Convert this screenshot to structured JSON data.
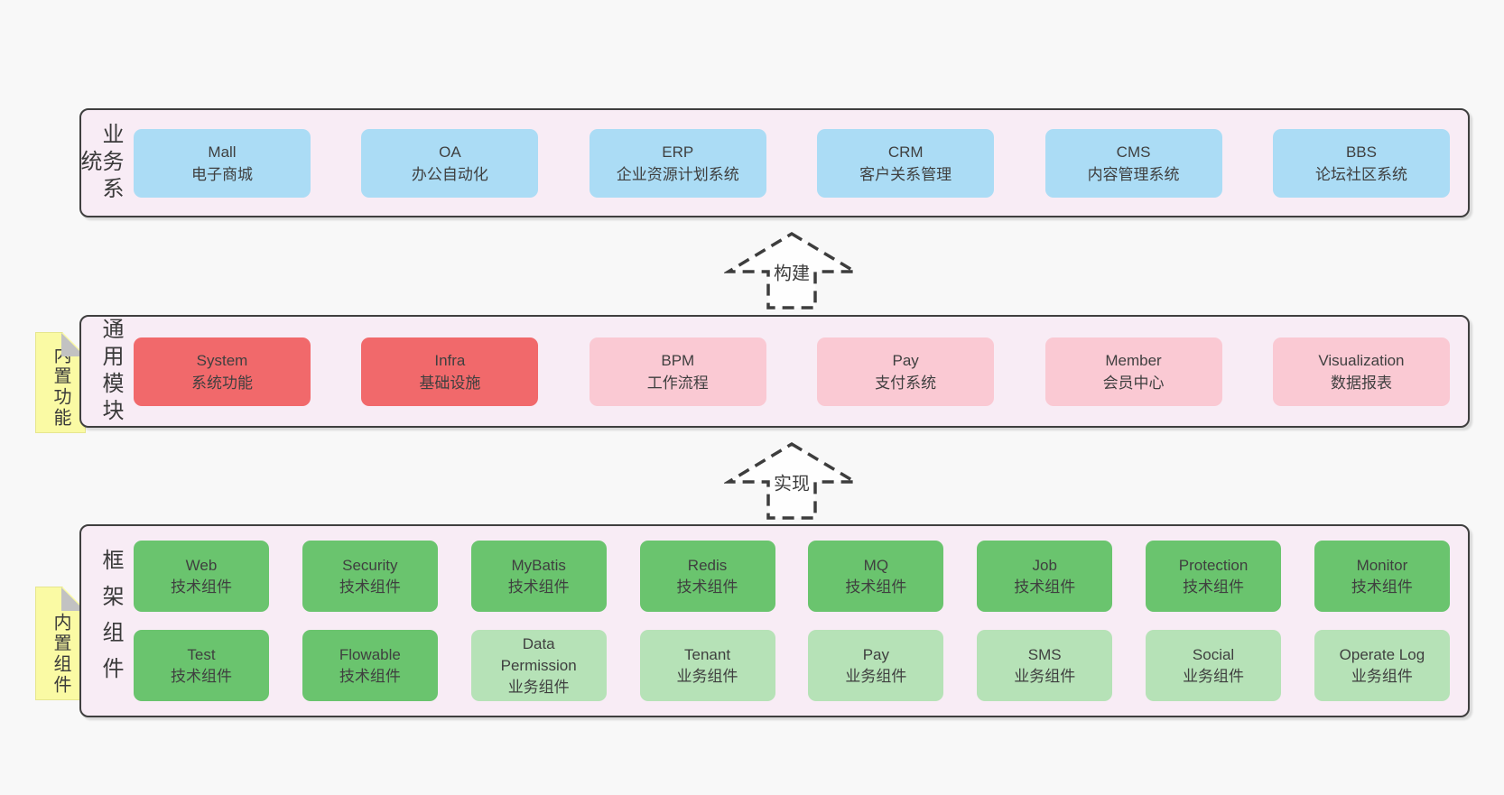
{
  "diagram": {
    "business": {
      "label": "业务系统",
      "boxes": [
        {
          "name": "Mall",
          "desc": "电子商城",
          "type": "blue"
        },
        {
          "name": "OA",
          "desc": "办公自动化",
          "type": "blue"
        },
        {
          "name": "ERP",
          "desc": "企业资源计划系统",
          "type": "blue"
        },
        {
          "name": "CRM",
          "desc": "客户关系管理",
          "type": "blue"
        },
        {
          "name": "CMS",
          "desc": "内容管理系统",
          "type": "blue"
        },
        {
          "name": "BBS",
          "desc": "论坛社区系统",
          "type": "blue"
        }
      ]
    },
    "arrows": {
      "build": {
        "label": "构建"
      },
      "implement": {
        "label": "实现"
      }
    },
    "modules": {
      "label": "通用模块",
      "tab": "内置功能",
      "boxes": [
        {
          "name": "System",
          "desc": "系统功能",
          "type": "red"
        },
        {
          "name": "Infra",
          "desc": "基础设施",
          "type": "red"
        },
        {
          "name": "BPM",
          "desc": "工作流程",
          "type": "pink"
        },
        {
          "name": "Pay",
          "desc": "支付系统",
          "type": "pink"
        },
        {
          "name": "Member",
          "desc": "会员中心",
          "type": "pink"
        },
        {
          "name": "Visualization",
          "desc": "数据报表",
          "type": "pink"
        }
      ]
    },
    "components": {
      "label": "框架组件",
      "tab": "内置组件",
      "row1": [
        {
          "name": "Web",
          "desc": "技术组件",
          "type": "green"
        },
        {
          "name": "Security",
          "desc": "技术组件",
          "type": "green"
        },
        {
          "name": "MyBatis",
          "desc": "技术组件",
          "type": "green"
        },
        {
          "name": "Redis",
          "desc": "技术组件",
          "type": "green"
        },
        {
          "name": "MQ",
          "desc": "技术组件",
          "type": "green"
        },
        {
          "name": "Job",
          "desc": "技术组件",
          "type": "green"
        },
        {
          "name": "Protection",
          "desc": "技术组件",
          "type": "green"
        },
        {
          "name": "Monitor",
          "desc": "技术组件",
          "type": "green"
        }
      ],
      "row2": [
        {
          "name": "Test",
          "desc": "技术组件",
          "type": "green"
        },
        {
          "name": "Flowable",
          "desc": "技术组件",
          "type": "green"
        },
        {
          "name": "Data Permission",
          "desc": "业务组件",
          "type": "green-light"
        },
        {
          "name": "Tenant",
          "desc": "业务组件",
          "type": "green-light"
        },
        {
          "name": "Pay",
          "desc": "业务组件",
          "type": "green-light"
        },
        {
          "name": "SMS",
          "desc": "业务组件",
          "type": "green-light"
        },
        {
          "name": "Social",
          "desc": "业务组件",
          "type": "green-light"
        },
        {
          "name": "Operate Log",
          "desc": "业务组件",
          "type": "green-light"
        }
      ]
    },
    "colors": {
      "page_bg": "#f8f8f8",
      "panel_bg": "#f8ecf5",
      "panel_border": "#3f3f3f",
      "blue": "#abdcf5",
      "red": "#f1696b",
      "pink": "#fac9d3",
      "green": "#6ac46e",
      "green_light": "#b6e2b7",
      "tab_yellow": "#fafaa4",
      "fold_gray": "#c2c2c2",
      "text": "#3f3f3f"
    }
  }
}
